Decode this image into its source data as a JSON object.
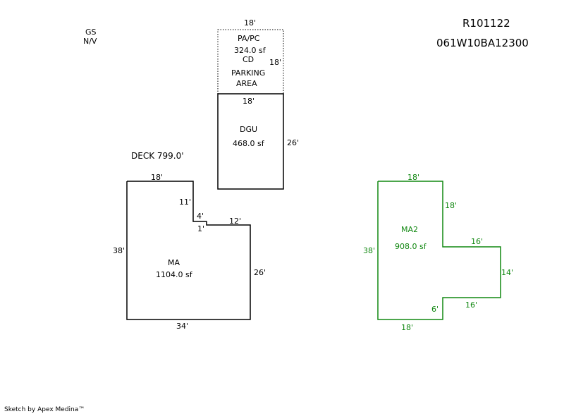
{
  "header": {
    "parcel_id": "R101122",
    "map_number": "061W10BA12300",
    "gs": "GS",
    "nv": "N/V"
  },
  "footer": {
    "credit": "Sketch by Apex Medina™"
  },
  "colors": {
    "main": "#000000",
    "accent": "#118811"
  },
  "pa_pc": {
    "top_dim": "18'",
    "name": "PA/PC",
    "area": "324.0 sf",
    "code": "CD",
    "side_dim": "18'",
    "desc_line1": "PARKING",
    "desc_line2": "AREA"
  },
  "dgu": {
    "top_dim": "18'",
    "name": "DGU",
    "area": "468.0 sf",
    "side_dim": "26'"
  },
  "deck": {
    "label": "DECK 799.0'"
  },
  "ma": {
    "name": "MA",
    "area": "1104.0 sf",
    "dims": {
      "top": "18'",
      "notch_down": "11'",
      "notch_right": "4'",
      "notch_step": "1'",
      "right_top": "12'",
      "left": "38'",
      "right": "26'",
      "bottom": "34'"
    }
  },
  "ma2": {
    "name": "MA2",
    "area": "908.0 sf",
    "dims": {
      "top": "18'",
      "right_upper": "18'",
      "ext_top": "16'",
      "ext_right": "14'",
      "ext_bottom": "16'",
      "step": "6'",
      "left": "38'",
      "bottom": "18'"
    }
  }
}
